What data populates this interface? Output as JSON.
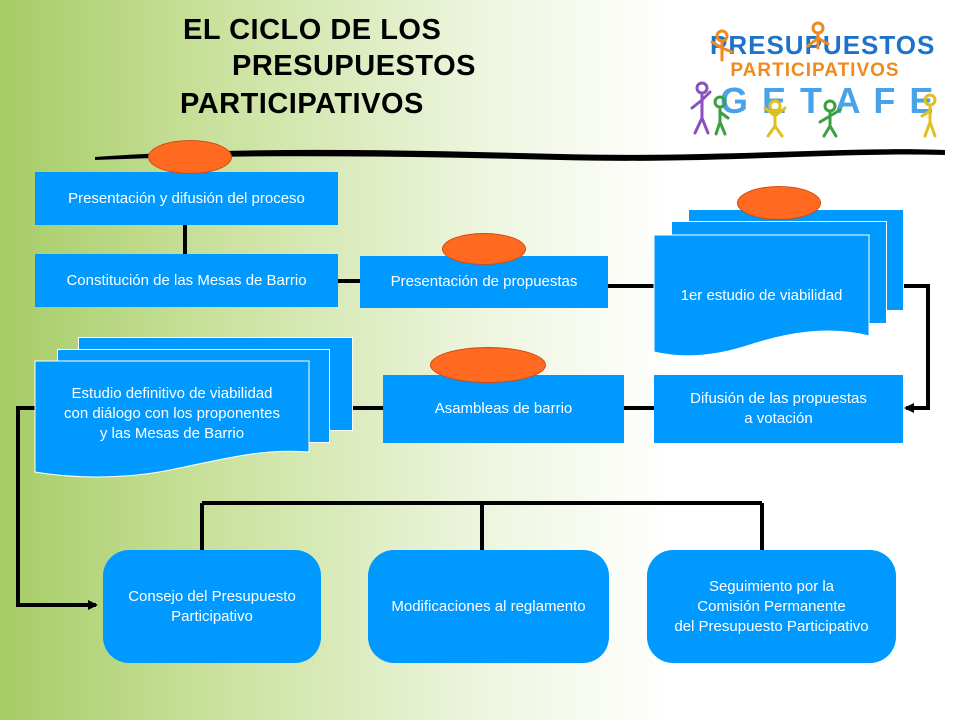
{
  "title": {
    "line1": "EL CICLO DE LOS",
    "line2": "PRESUPUESTOS",
    "line3": "PARTICIPATIVOS"
  },
  "logo": {
    "line1": "PRESUPUESTOS",
    "line2": "PARTICIPATIVOS",
    "line3": "G E T A F E",
    "accent_blue": "#1e73c8",
    "accent_orange": "#f08a1e"
  },
  "colors": {
    "box": "#0099ff",
    "marker": "#ff6a20",
    "connector": "#000000"
  },
  "nodes": {
    "presentacion_difusion": "Presentación y difusión del proceso",
    "constitucion_mesas": "Constitución de las Mesas de Barrio",
    "presentacion_propuestas": "Presentación de propuestas",
    "primer_estudio": "1er estudio de viabilidad",
    "estudio_definitivo": [
      "Estudio definitivo de viabilidad",
      "con diálogo con los proponentes",
      "y las Mesas de Barrio"
    ],
    "asambleas": "Asambleas de barrio",
    "difusion_votacion": [
      "Difusión de las propuestas",
      "a votación"
    ],
    "consejo": [
      "Consejo del Presupuesto",
      "Participativo"
    ],
    "modificaciones": "Modificaciones al reglamento",
    "seguimiento": [
      "Seguimiento por la",
      "Comisión Permanente",
      "del Presupuesto Participativo"
    ]
  }
}
